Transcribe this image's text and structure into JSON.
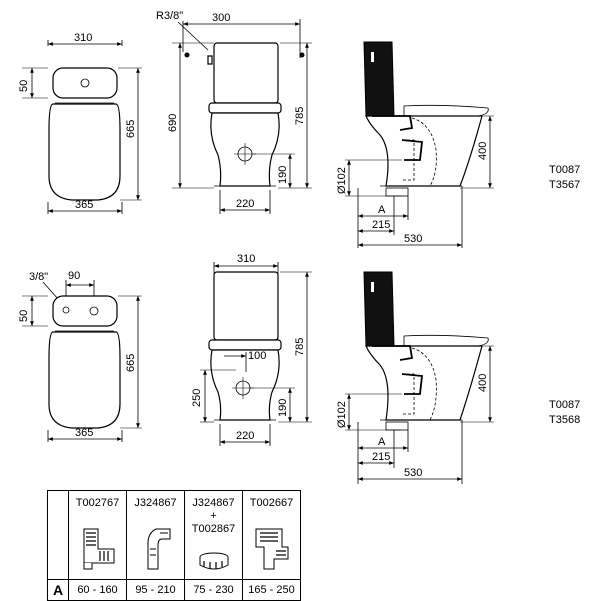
{
  "variant_top": {
    "codes": [
      "T0087",
      "T3567"
    ],
    "plan": {
      "width_top": "310",
      "tank_depth": "50",
      "length": "665",
      "width_bottom": "365"
    },
    "front": {
      "inlet": "R3/8\"",
      "inlet_width": "300",
      "height_total": "690",
      "height_right": "785",
      "outlet_height": "190",
      "base_width": "220"
    },
    "side": {
      "seat_height": "400",
      "outlet_diameter": "Ø102",
      "adj_label": "A",
      "offset": "215",
      "depth": "530"
    }
  },
  "variant_bottom": {
    "codes": [
      "T0087",
      "T3568"
    ],
    "plan": {
      "inlet_label": "3/8\"",
      "inlet_offset": "90",
      "tank_depth": "50",
      "length": "665",
      "width_bottom": "365"
    },
    "front": {
      "width_top": "310",
      "height_right": "785",
      "inlet_offset": "100",
      "inlet_height": "250",
      "outlet_height": "190",
      "base_width": "220"
    },
    "side": {
      "seat_height": "400",
      "outlet_diameter": "Ø102",
      "adj_label": "A",
      "offset": "215",
      "depth": "530"
    }
  },
  "table": {
    "row_label": "A",
    "columns": [
      {
        "code": "T002767",
        "range": "60 - 160"
      },
      {
        "code": "J324867",
        "range": "95 - 210"
      },
      {
        "code": "J324867",
        "code_sep": "+",
        "code2": "T002867",
        "range": "75 - 230"
      },
      {
        "code": "T002667",
        "range": "165 - 250"
      }
    ]
  }
}
